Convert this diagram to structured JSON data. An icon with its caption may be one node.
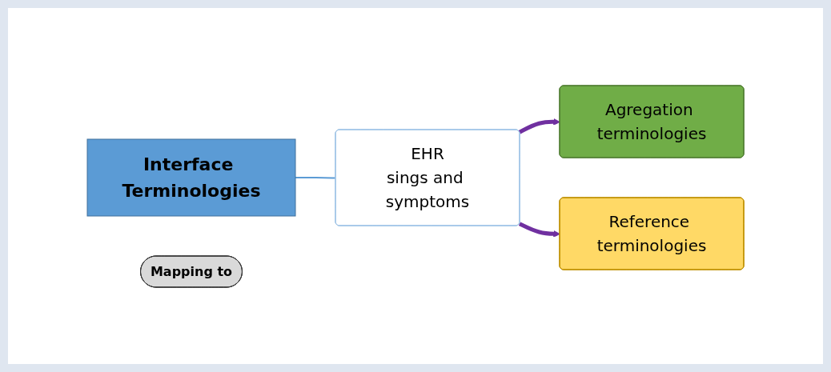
{
  "diagram": {
    "nodes": [
      {
        "text": [
          "Interface Terminologies"
        ]
      },
      {
        "text": [
          "Mapping to"
        ]
      },
      {
        "text": [
          "EHR",
          "sings and symptoms"
        ]
      },
      {
        "text": [
          "Agregation terminologies"
        ]
      },
      {
        "text": [
          "Reference terminologies"
        ]
      }
    ],
    "edges": [
      {
        "from": 0,
        "to": 2,
        "arrow": "none",
        "color": "#5b9bd5"
      },
      {
        "from": 2,
        "to": 3,
        "arrow": "to"
      },
      {
        "from": 2,
        "to": 4,
        "arrow": "to"
      }
    ]
  }
}
